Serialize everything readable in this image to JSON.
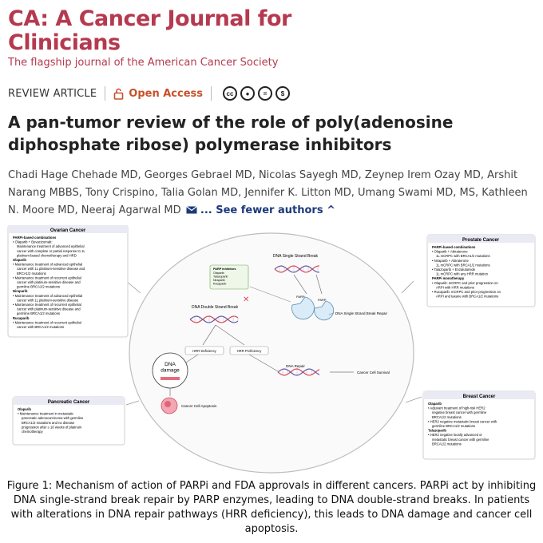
{
  "header": {
    "journal_title": "CA: A Cancer Journal for Clinicians",
    "journal_subtitle": "The flagship journal of the American Cancer Society",
    "article_type": "REVIEW ARTICLE",
    "open_access_label": "Open Access",
    "license_icons": [
      "cc-icon",
      "by-icon",
      "nd-icon",
      "nc-icon"
    ]
  },
  "article": {
    "title": "A pan-tumor review of the role of poly(adenosine diphosphate ribose) polymerase inhibitors",
    "authors": "Chadi Hage Chehade MD, Georges Gebrael MD, Nicolas Sayegh MD, Zeynep Irem Ozay MD, Arshit Narang MBBS, Tony Crispino, Talia Golan MD, Jennifer K. Litton MD, Umang Swami MD, MS, Kathleen N. Moore MD, Neeraj Agarwal MD",
    "fewer_authors_label": "... See fewer authors ^"
  },
  "figure": {
    "ovarian": {
      "title": "Ovarian Cancer",
      "lines": [
        "PARPi-based combinations",
        "• Olaparib + Bevacizumab:",
        "Maintenance treatment of advanced epithelial",
        "cancer with complete or partial response to 1L",
        "platinum-based chemotherapy and HRD",
        "Olaparib",
        "• Maintenance treatment of advanced epithelial",
        "cancer with 1L platinum-sensitive disease and",
        "BRCA1/2 mutations",
        "• Maintenance treatment of recurrent epithelial",
        "cancer with platinum-sensitive disease and",
        "germline BRCA1/2 mutations",
        "Niraparib",
        "• Maintenance treatment of advanced epithelial",
        "cancer with 1L platinum-sensitive disease",
        "• Maintenance treatment of recurrent epithelial",
        "cancer with platinum-sensitive disease and",
        "germline BRCA1/2 mutations",
        "Rucaparib",
        "• Maintenance treatment of recurrent epithelial",
        "cancer with BRCA1/2 mutations"
      ]
    },
    "prostate": {
      "title": "Prostate Cancer",
      "lines": [
        "PARPi-based combinations",
        "• Olaparib + Abiraterone",
        "1L mCRPC with BRCA1/2 mutations",
        "• Niraparib + Abiraterone",
        "1L mCRPC with BRCA1/2 mutations",
        "• Talazoparib + Enzalutamide",
        "1L mCRPC with any HRR mutation",
        "PARPi monotherapy",
        "• Olaparib: mCRPC and prior progression on",
        "ARPI with HRR mutations",
        "• Rucaparib: mCRPC and prior progression on",
        "ARPI and taxane with BRCA1/2 mutations"
      ]
    },
    "pancreatic": {
      "title": "Pancreatic Cancer",
      "lines": [
        "Olaparib",
        "• Maintenance treatment in metastatic",
        "pancreatic adenocarcinoma with germline",
        "BRCA1/2 mutations and no disease",
        "progression after ≥ 16 weeks of platinum",
        "chemotherapy"
      ]
    },
    "breast": {
      "title": "Breast Cancer",
      "lines": [
        "Olaparib",
        "• Adjuvant treatment of high-risk HER2",
        "negative breast cancer with germline",
        "BRCA1/2 mutations",
        "• HER2 negative metastatic breast cancer with",
        "germline BRCA1/2 mutations",
        "Talazoparib",
        "• HER2 negative locally advanced or",
        "metastatic breast cancer with germline",
        "BRCA1/2 mutations"
      ]
    },
    "inhibitors": {
      "title": "PARP Inhibitors",
      "drugs": [
        "Olaparib",
        "Talazoparib",
        "Niraparib",
        "Rucaparib"
      ]
    },
    "labels": {
      "ssb": "DNA Single Strand Break",
      "dsb": "DNA Double Strand Break",
      "ssb_repair": "DNA Single Strand Break Repair",
      "parp": "PARP",
      "hrr_def": "HRR Deficiency",
      "hrr_prof": "HRR Proficiency",
      "dna_repair": "DNA Repair",
      "survival": "Cancer Cell Survival",
      "dna_damage": "DNA damage",
      "apoptosis": "Cancer Cell Apoptosis"
    }
  },
  "caption": "Figure 1: Mechanism of action of PARPi and FDA approvals in different cancers. PARPi act by inhibiting DNA single-strand break repair by PARP enzymes, leading to DNA double-strand breaks. In patients with alterations in DNA repair pathways (HRR deficiency), this leads to DNA damage and cancer cell apoptosis.",
  "colors": {
    "brand": "#b5394f",
    "open_access": "#c8502a",
    "link": "#1b3a7a",
    "helix_red": "#d9495c",
    "helix_purple": "#6a5aa8",
    "box_header": "#e9eaf3"
  }
}
